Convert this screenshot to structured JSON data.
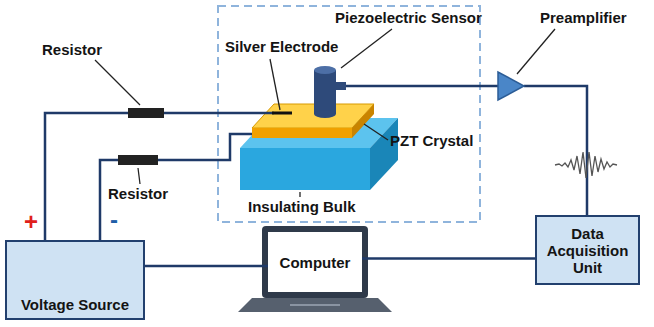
{
  "diagram": {
    "nodes": [
      {
        "text": [
          "Voltage Source"
        ]
      },
      {
        "text": [
          "Computer"
        ]
      },
      {
        "text": [
          "Data Acquisition Unit"
        ]
      }
    ],
    "edges": [
      {
        "from": 0,
        "to": 1,
        "arrow": "none"
      },
      {
        "from": 1,
        "to": 2,
        "arrow": "none"
      }
    ],
    "labels": [
      "Resistor",
      "Resistor",
      "Silver Electrode",
      "Piezoelectric Sensor",
      "Preamplifier",
      "PZT Crystal",
      "Insulating Bulk",
      "+",
      "-"
    ]
  }
}
